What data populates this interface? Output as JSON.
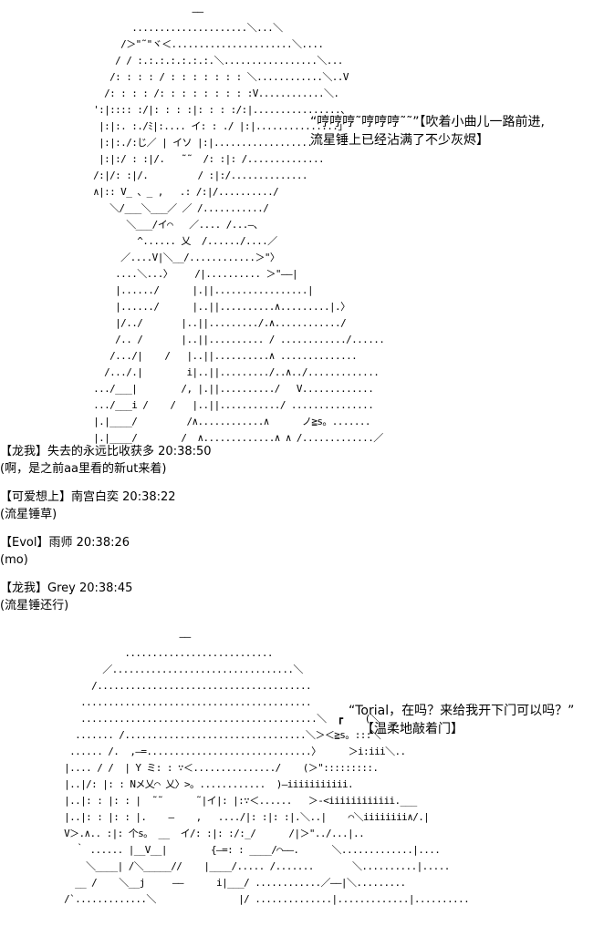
{
  "top_art": {
    "lines": [
      "                     ——",
      "          .....................＼...＼",
      "        /＞\"˜\"ヾ＜......................＼....",
      "       / / :.:.:.:.:.:.:.＼.................＼...",
      "      /: : : : / : : : : : : : ＼............＼..V",
      "     /: : : : /: : : : : : : : :V............＼.",
      "   ':|:::: :/|: : : :|: : : :/:|................、",
      "    |:|:. :./ﾐ|:.... イ: : ./ |:|...............」",
      "    |:|:./:じ／ | イソ |:|..................",
      "    |:|:/ : :|/.   ˜˜  /: :|: /..............",
      "   /:|/: :|/.         / :|:/..............",
      "   ∧|:: V_ 、_ ,   .: /:|/........../",
      "      ＼/___＼___／ ／ /.........../",
      "         ＼___/イ⌒   ／.... /...—、",
      "           ^...... 乂  /....../....／",
      "        ／....V|＼__/............＞\"〉",
      "       ....＼...〉    /|.......... ＞\"——|",
      "       |....../      |.||.................|",
      "       |....../      |..||..........∧.........|.〉",
      "       |/../       |..||........./.∧............/",
      "       /.. /       |..||.......... / ............/......",
      "      /.../|    /   |..||..........∧ ..............",
      "     /.../.|        i|..||........./..∧../.............",
      "   .../___|        /, |.||........../   V.............",
      "   .../___i /    /   |..||.........../ ...............",
      "   |.|____/         /∧............∧      ノ≧s。.......",
      "   |.|____/        /  ∧.............∧ ∧ /.............／"
    ]
  },
  "top_speech": {
    "line1": "“哼哼哼˜哼哼哼˜˜”【吹着小曲儿一路前进,",
    "line2": "流星锤上已经沾满了不少灰烬】"
  },
  "chat": [
    {
      "name": "【龙我】失去的永远比收获多",
      "time": "20:38:50",
      "text": "(啊，是之前aa里看的新ut来着)"
    },
    {
      "name": "【可爱想上】南宫白奕",
      "time": "20:38:22",
      "text": "(流星锤草)"
    },
    {
      "name": "【Evol】雨师",
      "time": "20:38:26",
      "text": "(mo)"
    },
    {
      "name": "【龙我】Grey",
      "time": "20:38:45",
      "text": "(流星锤还行)"
    }
  ],
  "bottom_art": {
    "lines": [
      "                        ——",
      "              ...........................",
      "          ／.................................＼",
      "        /.......................................",
      "      ..........................................",
      "      ...........................................＼  ┏    (＼",
      "     ....... /.................................＼＞＜≧s。:::＼",
      "    ...... /.  ,—=..............................〉     ＞i:iii＼..",
      "   |.... / /  | Y ミ: : ∵＜.............../    (＞\":::::::::.",
      "   |..|/: |: : Nメ乂⌒ 乂〉>。............  )—iiiiiiiiiii.",
      "   |..|: : |: : |  ˜˜      ˜|イ|: |:∵＜......   ＞-<iiiiiiiiiiii.___",
      "   |..|: : |: : |.    ―    ,   ..../|: :|: :|.＼..|    ⌒＼iiiiiiii∧/.|",
      "   V＞.∧.. :|: 个s。 __  イ/: :|: :/:_/      /|＞\"../...|..",
      "     ｀ ...... |__V__|        {—=: : ____/⌒——.      ＼.............|....",
      "       ＼____| /＼_____//    |____/..... /.......       ＼..........|.....",
      "     __ /    ＼__j     ——      i|___/ ............／——|＼.........",
      "   /`.............＼               |/ ..............|.............|.........."
    ]
  },
  "bottom_speech": {
    "line1": "“Torial，在吗？来给我开下门可以吗？”",
    "line2": "【温柔地敲着门】"
  }
}
